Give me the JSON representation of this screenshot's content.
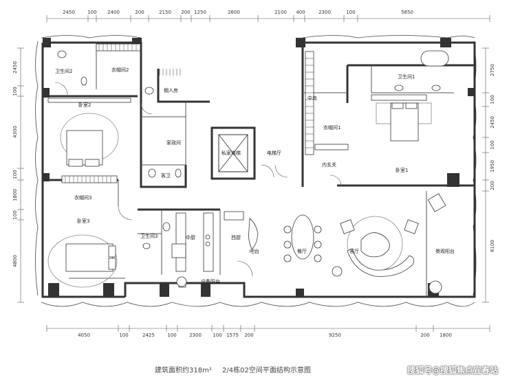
{
  "dims_top": [
    "2450",
    "100",
    "2400",
    "200",
    "2150",
    "200",
    "1250",
    "2600",
    "2100",
    "400",
    "2300",
    "100",
    "5850"
  ],
  "dims_bottom": [
    "4050",
    "100",
    "2425",
    "100",
    "2300",
    "100",
    "1575",
    "200",
    "9250",
    "200",
    "1800"
  ],
  "dims_left": [
    "2450",
    "100",
    "4300",
    "100",
    "1800",
    "100",
    "4800"
  ],
  "dims_right": [
    "2750",
    "100",
    "2450",
    "100",
    "1950",
    "200",
    "6100"
  ],
  "rooms": {
    "bath2": "卫生间2",
    "closet2": "衣帽间2",
    "maid": "佣人房",
    "bedroom2": "卧室2",
    "laundry": "家政间",
    "guest_bath": "客卫",
    "private_lift": "私家电梯",
    "lift_hall": "电梯厅",
    "island": "中岛",
    "closet1": "衣帽间1",
    "inner_foyer": "内玄关",
    "bath1": "卫生间1",
    "bedroom1": "卧室1",
    "closet3": "衣帽间3",
    "bedroom3": "卧室3",
    "bath3": "卫生间3",
    "chinese_kitchen": "中厨",
    "western_kitchen": "西厨",
    "bar": "吧台",
    "dining": "餐厅",
    "living": "客厅",
    "view_balcony": "景观阳台",
    "equip_balcony": "设备阳台"
  },
  "caption": {
    "area": "建筑面积约318m²",
    "title": "2/4栋02空间平面结构示意图"
  },
  "watermark": "搜狐号@搜狐焦点宜春站"
}
